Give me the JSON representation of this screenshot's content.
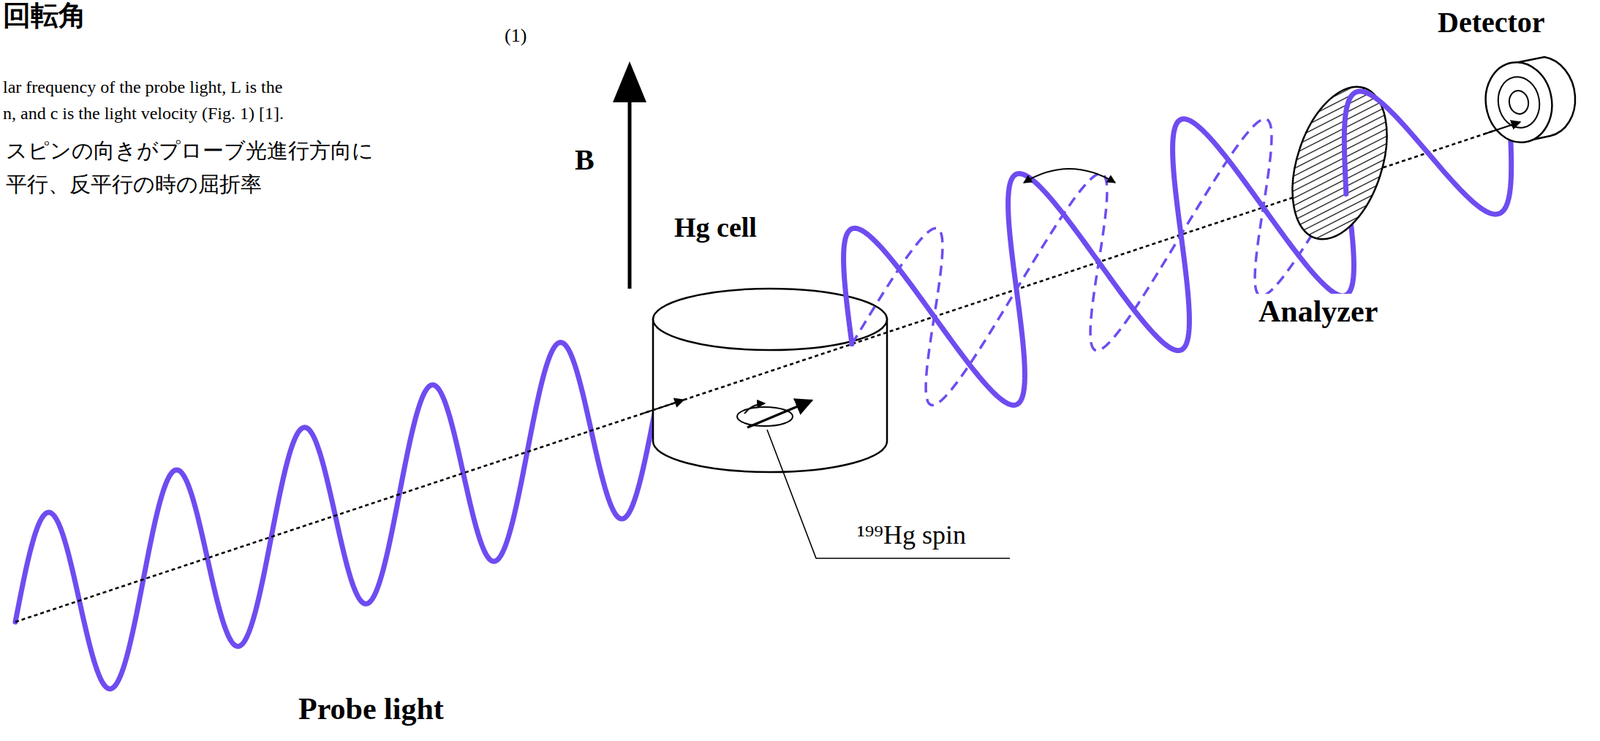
{
  "diagram": {
    "title": "回転角",
    "labels": [
      "(1)",
      "lar frequency of the probe light, L is the",
      "n, and c is the light velocity (Fig. 1) [1].",
      "スピンの向きがプローブ光進行方向に",
      "平行、反平行の時の屈折率",
      "B",
      "Hg cell",
      "¹⁹⁹Hg spin",
      "Analyzer",
      "Detector",
      "Probe light"
    ]
  }
}
